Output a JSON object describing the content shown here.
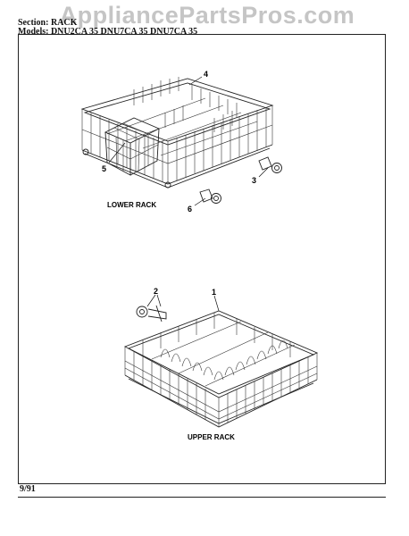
{
  "watermark": "AppliancePartsPros.com",
  "header": {
    "section_line": "Section: RACK",
    "models_line": "Models: DNU2CA 35  DNU7CA 35  DNU7CA 35"
  },
  "footer": {
    "date": "9/91"
  },
  "diagram": {
    "lower_rack_label": "LOWER RACK",
    "upper_rack_label": "UPPER RACK",
    "callouts": [
      {
        "id": "1",
        "part": "upper-rack"
      },
      {
        "id": "2",
        "part": "upper-rack-roller"
      },
      {
        "id": "3",
        "part": "lower-rack-roller"
      },
      {
        "id": "4",
        "part": "lower-rack"
      },
      {
        "id": "5",
        "part": "silverware-basket"
      },
      {
        "id": "6",
        "part": "lower-rack-roller"
      }
    ]
  }
}
